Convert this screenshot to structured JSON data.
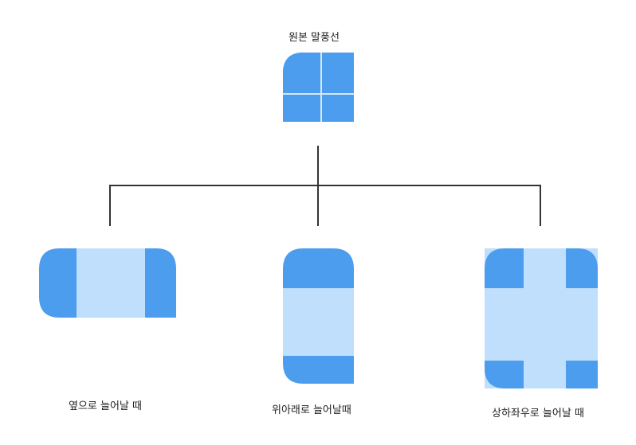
{
  "root": {
    "label": "원본 말풍선"
  },
  "branches": [
    {
      "label": "옆으로 늘어날 때"
    },
    {
      "label": "위아래로 늘어날때"
    },
    {
      "label": "상하좌우로 늘어날 때"
    }
  ],
  "colors": {
    "fixed": "#4c9ded",
    "stretch": "#bfdffc",
    "line": "#333333",
    "divider": "#d6e8fa"
  }
}
